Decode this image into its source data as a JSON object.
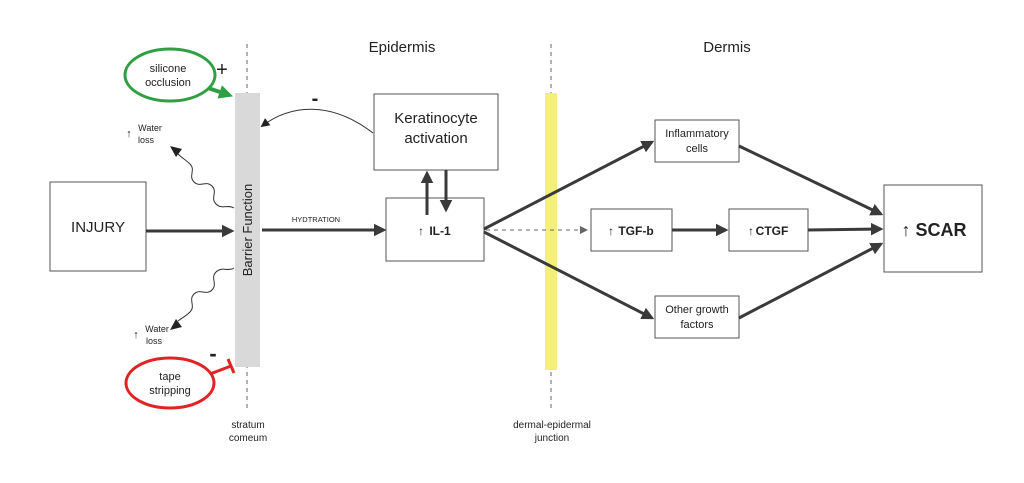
{
  "regions": {
    "epidermis": "Epidermis",
    "dermis": "Dermis"
  },
  "nodes": {
    "injury": "INJURY",
    "barrier": "Barrier Function",
    "keratinocyte_line1": "Keratinocyte",
    "keratinocyte_line2": "activation",
    "il1": "IL-1",
    "inflammatory_line1": "Inflammatory",
    "inflammatory_line2": "cells",
    "tgfb": "TGF-b",
    "ctgf": "CTGF",
    "other_line1": "Other growth",
    "other_line2": "factors",
    "scar": "SCAR"
  },
  "modifiers": {
    "silicone_line1": "silicone",
    "silicone_line2": "occlusion",
    "silicone_sign": "+",
    "tape_line1": "tape",
    "tape_line2": "stripping",
    "tape_sign": "-",
    "feedback_sign": "-"
  },
  "labels": {
    "hydration": "HYDTRATION",
    "water_top_line1": "Water",
    "water_top_line2": "loss",
    "water_bottom_line1": "Water",
    "water_bottom_line2": "loss",
    "stratum_line1": "stratum",
    "stratum_line2": "comeum",
    "junction_line1": "dermal-epidermal",
    "junction_line2": "junction"
  },
  "colors": {
    "silicone": "#2ea043",
    "tape": "#e02424",
    "junction": "#f4ef7a",
    "barrier": "#d9d9d9"
  }
}
